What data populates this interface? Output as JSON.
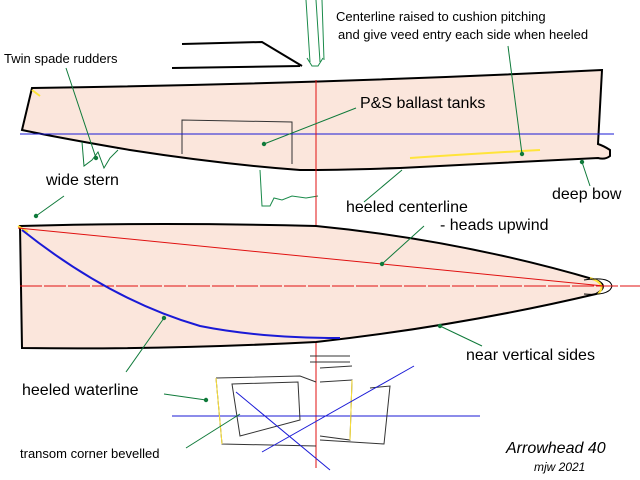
{
  "labels": {
    "centerline_raised_line1": "Centerline raised to cushion pitching",
    "centerline_raised_line2": "and give veed entry each side when heeled",
    "twin_rudders": "Twin spade rudders",
    "ballast_tanks": "P&S ballast tanks",
    "wide_stern": "wide stern",
    "deep_bow": "deep bow",
    "heeled_centerline_line1": "heeled centerline",
    "heeled_centerline_line2": "- heads upwind",
    "near_vertical_sides": "near vertical sides",
    "heeled_waterline": "heeled waterline",
    "transom_corner": "transom corner bevelled",
    "design_name": "Arrowhead 40",
    "author": "mjw 2021"
  },
  "colors": {
    "hull_fill": "#fbe6dc",
    "outline": "#000000",
    "yellow_edge": "#ffe43a",
    "centerline_red": "#e01010",
    "waterline_blue": "#1a1ad6",
    "leader_green": "#0f7a3a",
    "section_grey": "#444444"
  }
}
